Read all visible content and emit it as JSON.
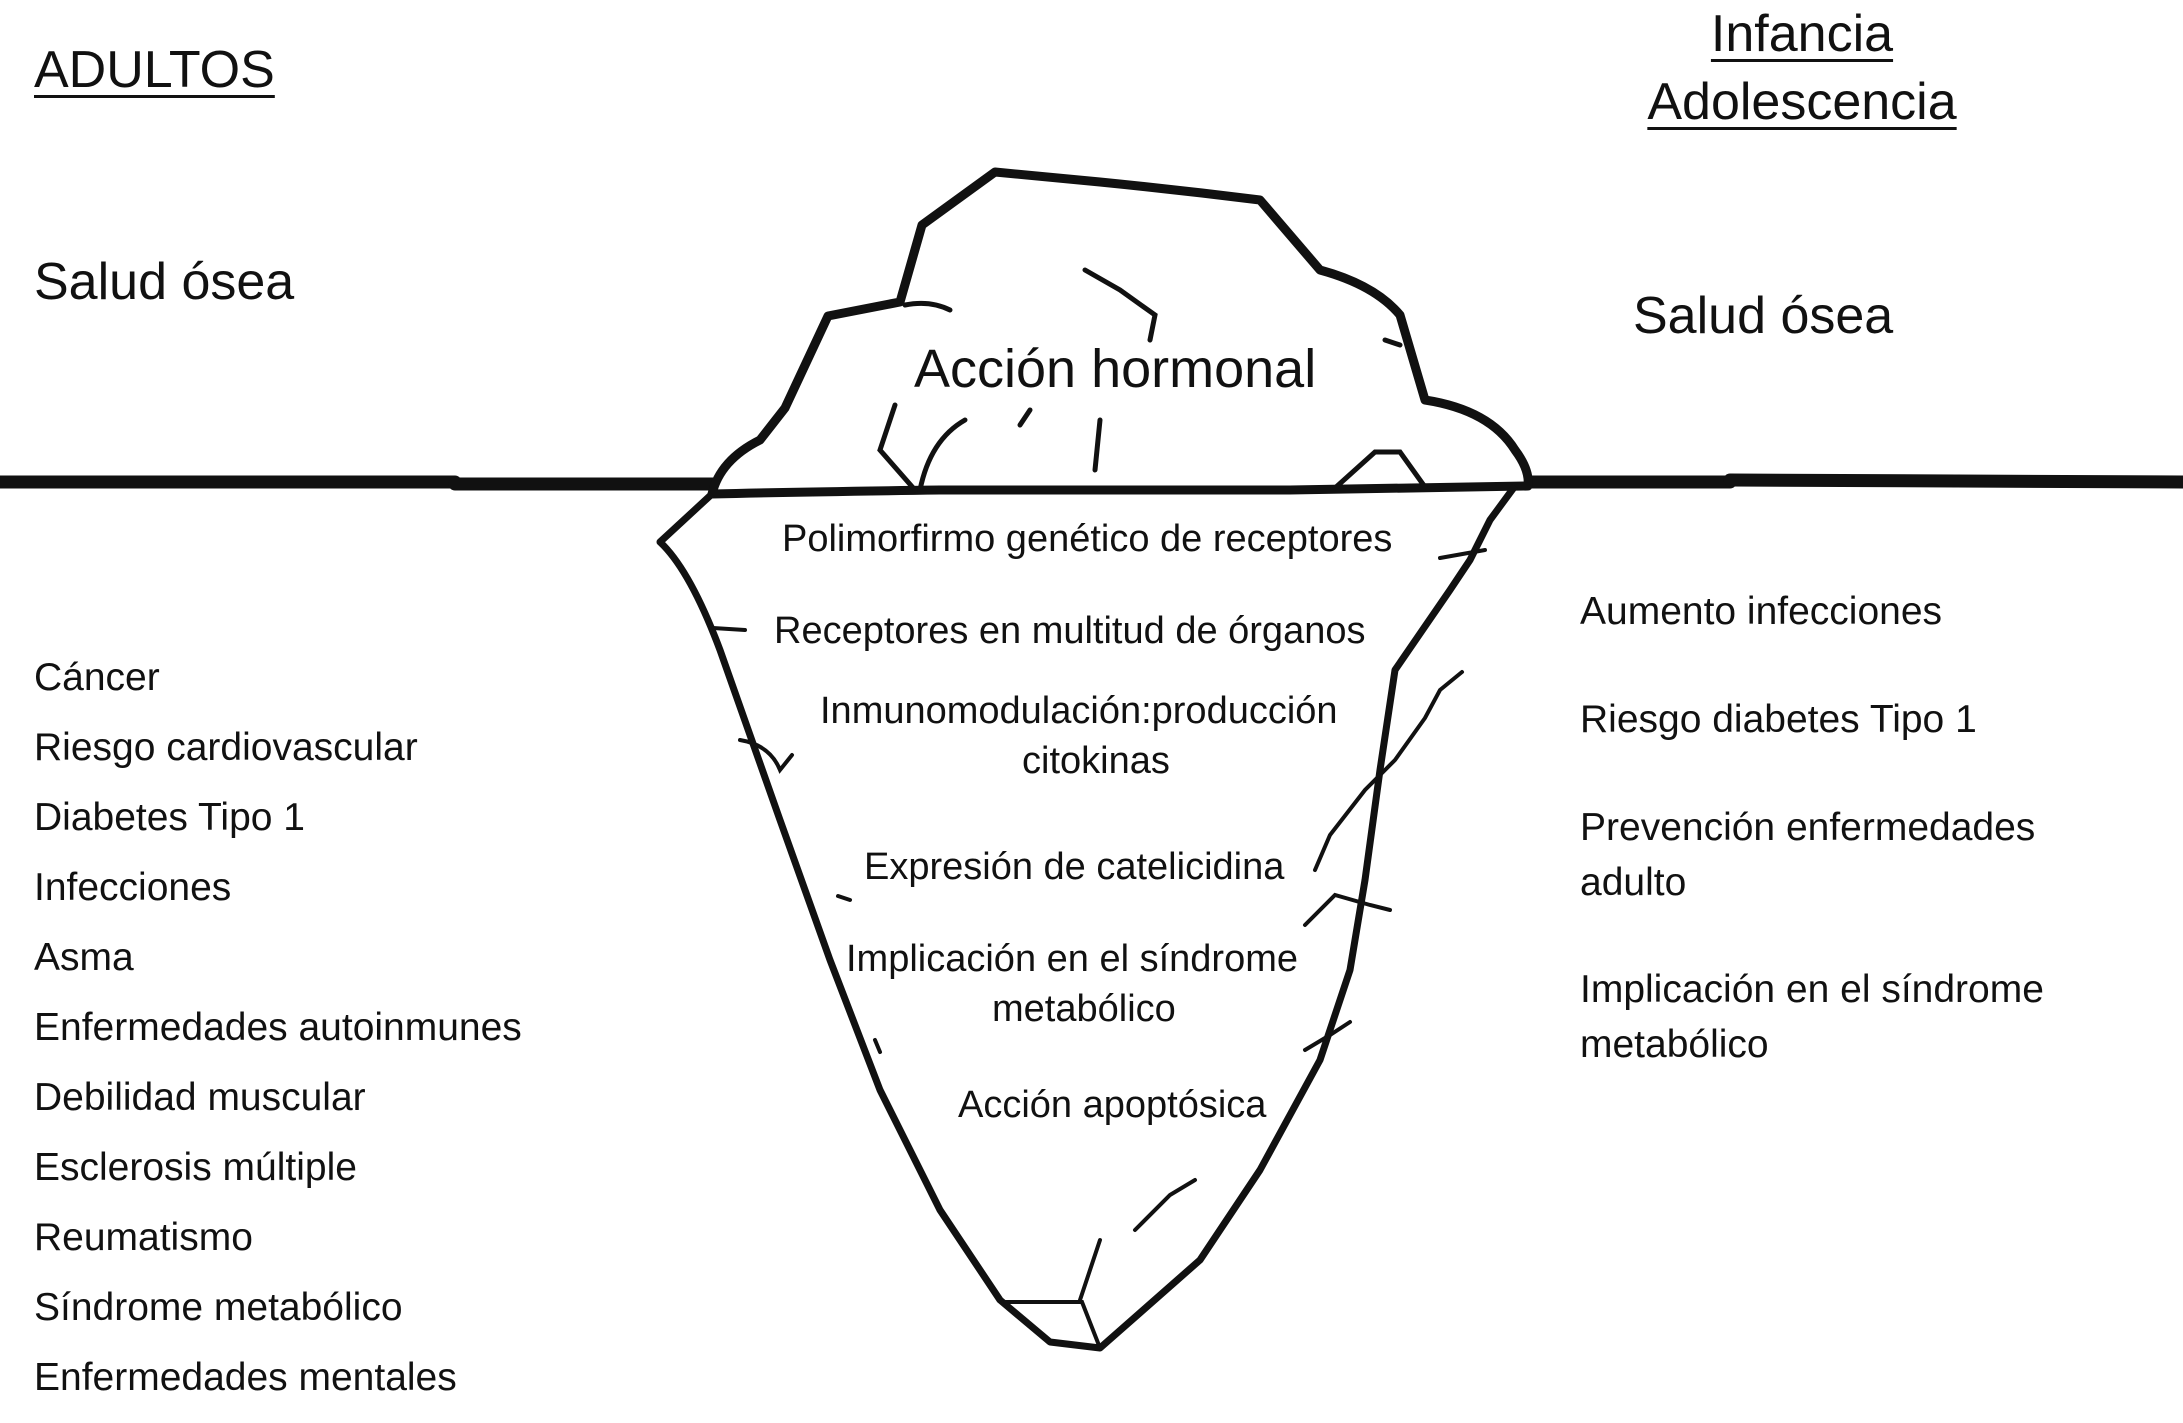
{
  "headings": {
    "left": "ADULTOS",
    "right_line1": "Infancia",
    "right_line2": "Adolescencia"
  },
  "salud_osea": {
    "left": "Salud ósea",
    "right": "Salud ósea"
  },
  "above_water": {
    "label": "Acción hormonal"
  },
  "below_water": [
    "Polimorfirmo genético de receptores",
    "Receptores en multitud de órganos",
    "Inmunomodulación:producción",
    "citokinas",
    "Expresión de catelicidina",
    "Implicación en el síndrome",
    "metabólico",
    "Acción apoptósica"
  ],
  "adults_list": [
    "Cáncer",
    "Riesgo cardiovascular",
    "Diabetes Tipo 1",
    "Infecciones",
    "Asma",
    "Enfermedades autoinmunes",
    "Debilidad muscular",
    "Esclerosis múltiple",
    "Reumatismo",
    "Síndrome metabólico",
    "Enfermedades mentales"
  ],
  "children_list": [
    "Aumento infecciones",
    "Riesgo diabetes Tipo 1",
    "Prevención enfermedades adulto",
    "Implicación en el síndrome metabólico"
  ],
  "colors": {
    "ink": "#111111",
    "background": "#ffffff"
  }
}
